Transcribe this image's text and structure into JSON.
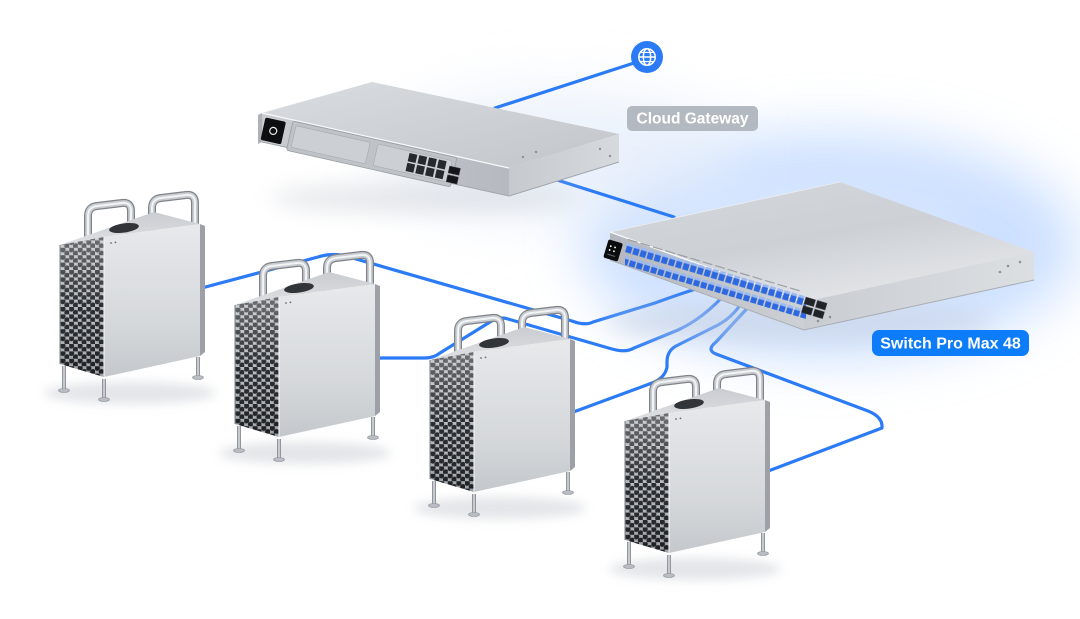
{
  "diagram": {
    "title": "Network topology: cloud gateway, 48-port switch and four tower workstations",
    "background_color": "#ffffff",
    "cable_color": "#2b7bf7",
    "glow_color": "#c3daff"
  },
  "badges": {
    "gateway": {
      "label": "Cloud Gateway",
      "bg": "#b3b9c0",
      "text_color": "#ffffff"
    },
    "switch": {
      "label": "Switch Pro Max 48",
      "bg": "#0d7cf9",
      "text_color": "#ffffff"
    }
  },
  "devices": {
    "internet": {
      "name": "Internet",
      "icon": "globe-icon",
      "color": "#2b7bf7"
    },
    "gateway": {
      "name": "Cloud Gateway",
      "type": "rackmount gateway",
      "ethernet_ports": 8,
      "sfp_ports": 2,
      "drive_bays": 2
    },
    "switch": {
      "name": "Switch Pro Max 48",
      "type": "rackmount switch",
      "ethernet_ports": 48,
      "sfp_ports": 4
    },
    "workstations": {
      "name": "Tower workstation",
      "count": 4
    }
  },
  "connections": [
    {
      "from": "internet",
      "to": "gateway"
    },
    {
      "from": "gateway",
      "to": "switch"
    },
    {
      "from": "switch",
      "to": "workstation-1"
    },
    {
      "from": "switch",
      "to": "workstation-2"
    },
    {
      "from": "switch",
      "to": "workstation-3"
    },
    {
      "from": "switch",
      "to": "workstation-4"
    }
  ]
}
